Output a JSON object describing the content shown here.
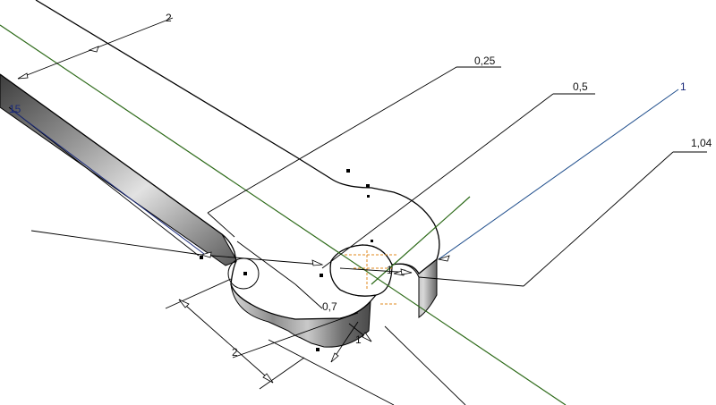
{
  "colors": {
    "background": "#ffffff",
    "edge": "#000000",
    "dimension_line": "#000000",
    "active_dimension": "#1f4e8c",
    "axis_line": "#2e6b1a",
    "hidden_edge": "#e08a1e",
    "metal_dark": "#4a4a4a",
    "metal_light": "#d9d9d9"
  },
  "dimensions": {
    "width_top": "2",
    "length": "15",
    "fillet_r1": "0,25",
    "fillet_r2": "0,5",
    "hole_dim": "1",
    "outer_r": "1,04",
    "slot_width": "0,7",
    "height": "1",
    "inner_hole": "1",
    "bottom_width": "2"
  }
}
